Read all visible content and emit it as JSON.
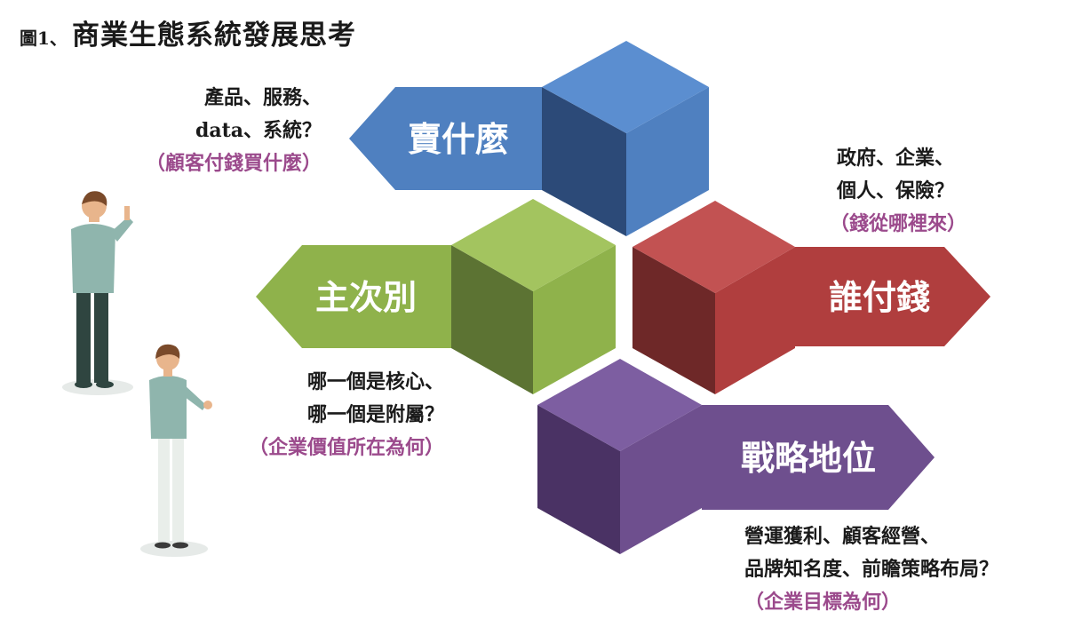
{
  "title": {
    "fig": "圖1、",
    "main": "商業生態系統發展思考"
  },
  "colors": {
    "blue": "#4f80c0",
    "blue_dark": "#2c4a78",
    "blue_top": "#5b8ed0",
    "green": "#8fb24b",
    "green_dark": "#5c7333",
    "green_top": "#a3c45f",
    "red": "#b03e3e",
    "red_dark": "#6e2828",
    "red_top": "#c25252",
    "purple": "#6e4f8e",
    "purple_dark": "#4a3264",
    "purple_top": "#7d5ea1",
    "note": "#9b4a8c"
  },
  "blocks": {
    "sell": {
      "label": "賣什麼",
      "line1": "產品、服務、",
      "line2": "data、系統？",
      "note": "（顧客付錢買什麼）"
    },
    "payer": {
      "label": "誰付錢",
      "line1": "政府、企業、",
      "line2": "個人、保險？",
      "note": "（錢從哪裡來）"
    },
    "priority": {
      "label": "主次別",
      "line1": "哪一個是核心、",
      "line2": "哪一個是附屬？",
      "note": "（企業價值所在為何）"
    },
    "strategy": {
      "label": "戰略地位",
      "line1": "營運獲利、顧客經營、",
      "line2": "品牌知名度、前瞻策略布局？",
      "note": "（企業目標為何）"
    }
  }
}
